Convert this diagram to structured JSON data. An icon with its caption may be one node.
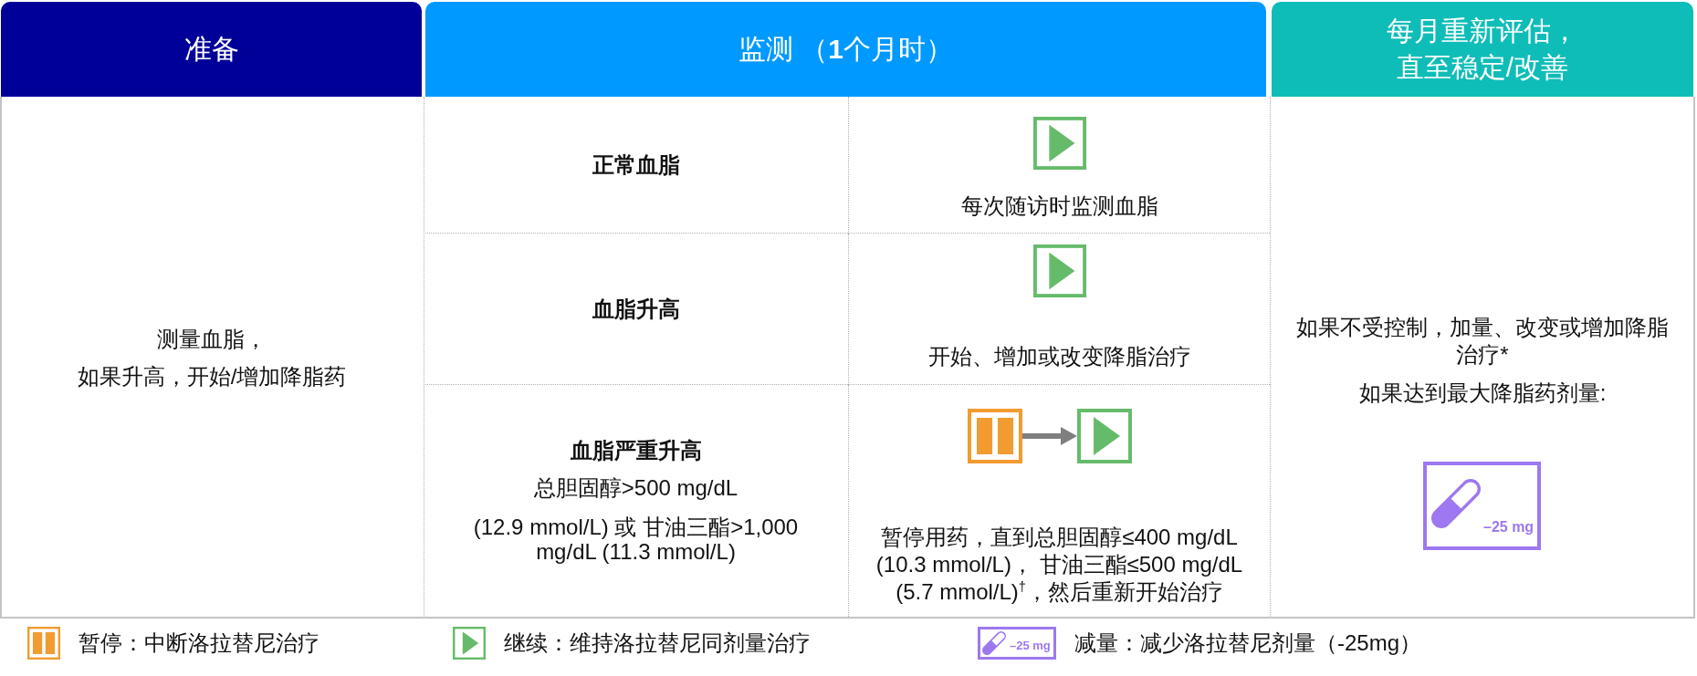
{
  "diagram": {
    "nodes": [
      {
        "text": [
          "准备",
          "测量血脂，",
          "如果升高，开始/增加降脂药"
        ]
      },
      {
        "text": [
          "监测 （**1**个月时）"
        ]
      },
      {
        "text": [
          "正常血脂"
        ],
        "in": 1
      },
      {
        "text": [
          "每次随访时监测血脂"
        ],
        "in": 1
      },
      {
        "text": [
          "血脂升高"
        ],
        "in": 1
      },
      {
        "text": [
          "开始、增加或改变降脂治疗"
        ],
        "in": 1
      },
      {
        "text": [
          "血脂严重升高",
          "总胆固醇>500 mg/dL",
          "(12.9 mmol/L) 或 甘油三酯>1,000 mg/dL (11.3 mmol/L)"
        ],
        "in": 1
      },
      {
        "text": [
          "暂停用药，直到总胆固醇≤400 mg/dL (10.3 mmol/L)， 甘油三酯≤500 mg/dL (5.7 mmol/L)$^{†}$，然后重新开始治疗"
        ],
        "in": 1
      },
      {
        "text": [],
        "shape": "picture",
        "in": 7
      },
      {
        "text": [],
        "shape": "picture",
        "in": 7
      },
      {
        "text": [
          "每月重新评估，直至稳定/改善",
          "如果不受控制，加量、改变或增加降脂治疗*",
          "如果达到最大降脂药剂量:"
        ]
      },
      {
        "text": [
          "–25 mg"
        ],
        "in": 10
      }
    ],
    "edges": [
      {
        "from": 8,
        "to": 9,
        "arrow": "to"
      }
    ],
    "labels": [
      "–25 mg"
    ],
    "legend": [
      {
        "text": "暂停：中断洛拉替尼治疗"
      },
      {
        "text": "继续：维持洛拉替尼同剂量治疗"
      },
      {
        "text": "减量：减少洛拉替尼剂量（-25mg）"
      }
    ]
  }
}
